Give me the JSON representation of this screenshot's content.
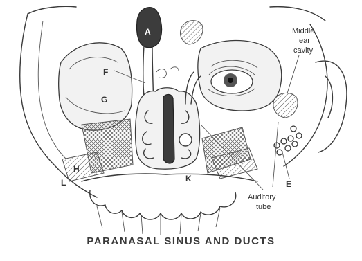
{
  "caption": "PARANASAL SINUS AND DUCTS",
  "labels": {
    "middle_ear_line1": "Middle",
    "middle_ear_line2": "ear",
    "middle_ear_line3": "cavity",
    "auditory_tube_line1": "Auditory",
    "auditory_tube_line2": "tube"
  },
  "letters": {
    "A": "A",
    "F": "F",
    "G": "G",
    "H": "H",
    "K": "K",
    "L": "L",
    "E": "E"
  }
}
